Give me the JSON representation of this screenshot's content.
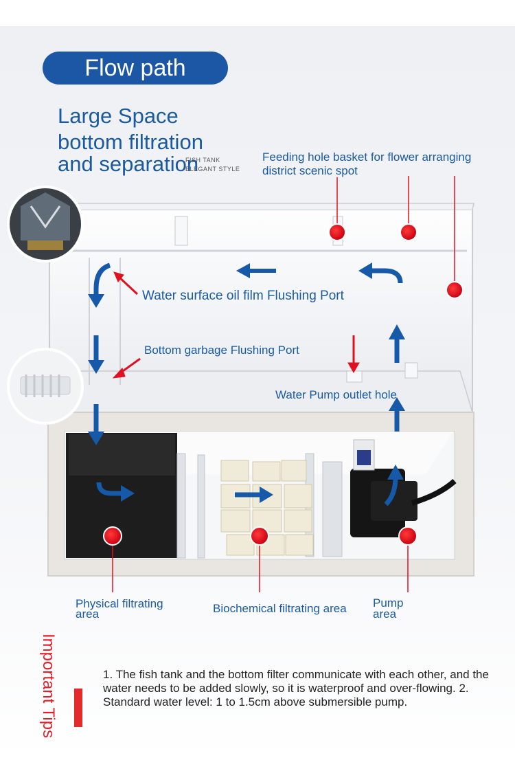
{
  "header": {
    "pill_label": "Flow path"
  },
  "headline": {
    "line1": "Large Space",
    "line2": "bottom filtration",
    "line3": "and separation",
    "brand1": "FISH TANK",
    "brand2": "ELEGANT STYLE"
  },
  "labels": {
    "feeding_1": "Feeding hole basket for flower arranging",
    "feeding_2": "district scenic spot",
    "oil_film": "Water surface oil film Flushing Port",
    "garbage": "Bottom garbage Flushing Port",
    "pump_outlet": "Water Pump outlet hole",
    "physical_1": "Physical filtrating",
    "physical_2": "area",
    "biochemical": "Biochemical filtrating area",
    "pump_1": "Pump",
    "pump_2": "area"
  },
  "tips": {
    "title": "Important Tips",
    "text": "1. The fish tank and the bottom filter communicate with each other, and the water needs to be added slowly, so it is waterproof and over-flowing. 2. Standard water level: 1 to 1.5cm above submersible pump."
  },
  "colors": {
    "accent": "#1c57a5",
    "marker": "#e01020",
    "text_blue": "#1a5aa0"
  }
}
